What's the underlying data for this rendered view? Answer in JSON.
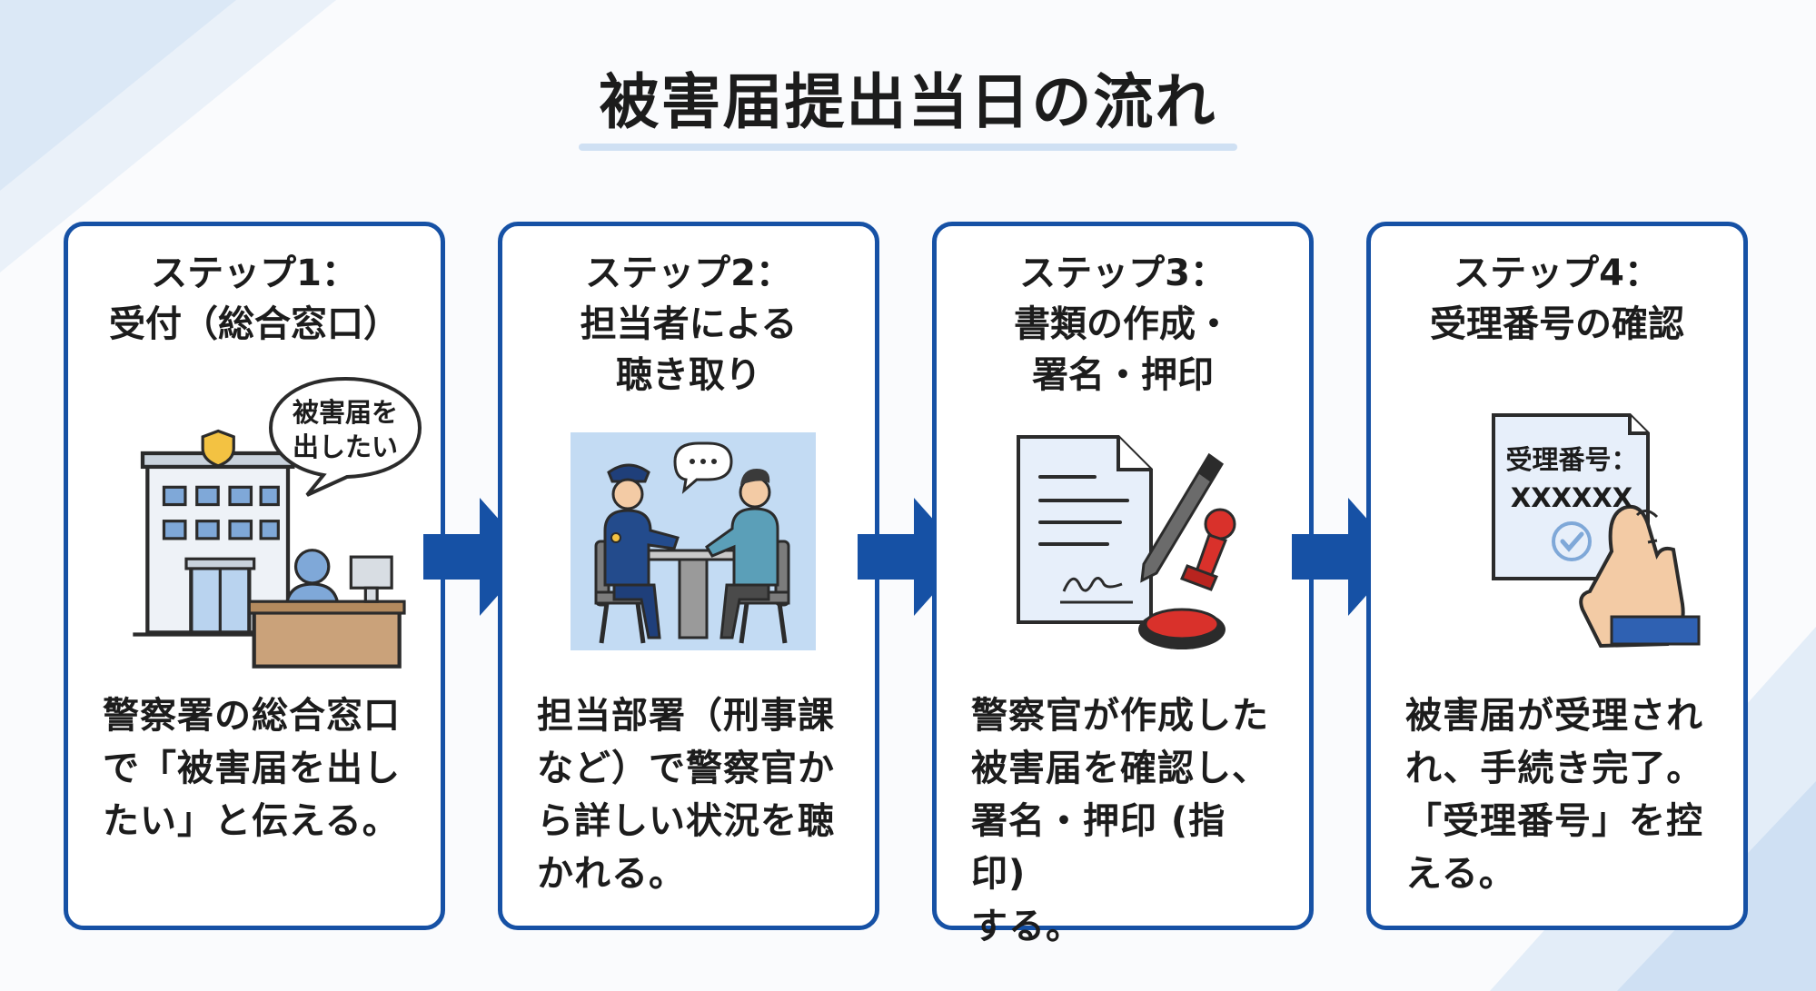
{
  "title": "被害届提出当日の流れ",
  "steps": [
    {
      "title_lines": [
        "ステップ1：",
        "受付（総合窓口）"
      ],
      "speech": [
        "被害届を",
        "出したい"
      ],
      "desc_lines": [
        "警察署の総合窓口",
        "で「被害届を出し",
        "たい」と伝える。"
      ]
    },
    {
      "title_lines": [
        "ステップ2：",
        "担当者による",
        "聴き取り"
      ],
      "desc_lines": [
        "担当部署（刑事課",
        "など）で警察官か",
        "ら詳しい状況を聴",
        "かれる。"
      ]
    },
    {
      "title_lines": [
        "ステップ3：",
        "書類の作成・",
        "署名・押印"
      ],
      "desc_lines": [
        "警察官が作成した",
        "被害届を確認し、",
        "署名・押印 (指印)",
        "する。"
      ]
    },
    {
      "title_lines": [
        "ステップ4：",
        "受理番号の確認"
      ],
      "receipt_lines": [
        "受理番号：",
        "XXXXXX"
      ],
      "desc_lines": [
        "被害届が受理され",
        "れ、手続き完了。",
        "「受理番号」を控",
        "える。"
      ]
    }
  ],
  "colors": {
    "border": "#1651a5",
    "arrow": "#1651a5",
    "underline": "#cfe0f3",
    "stamp": "#d9312b"
  },
  "icons": [
    "police-station-icon",
    "speech-bubble-icon",
    "interview-scene-icon",
    "document-pen-stamp-icon",
    "receipt-hand-icon",
    "check-icon"
  ]
}
